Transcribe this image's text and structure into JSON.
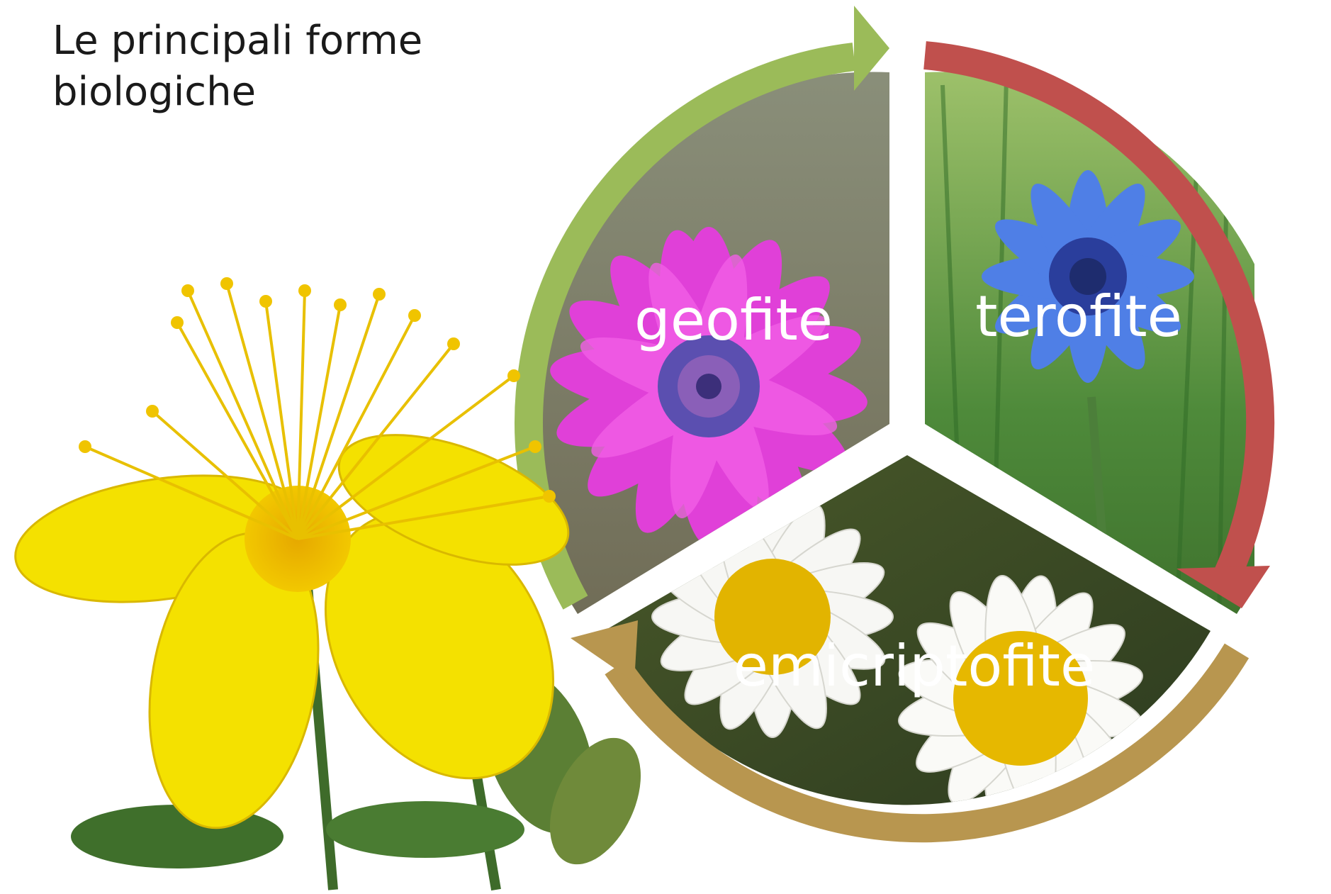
{
  "title": "Le principali forme biologiche",
  "segments": [
    {
      "label": "geofite",
      "color": "#9bbb59",
      "photo": "pink anemone flower"
    },
    {
      "label": "terofite",
      "color": "#c0504d",
      "photo": "blue cornflower"
    },
    {
      "label": "emicriptofite",
      "color": "#b8964f",
      "photo": "white daisies"
    }
  ],
  "side_photo": "yellow St John's wort flower"
}
